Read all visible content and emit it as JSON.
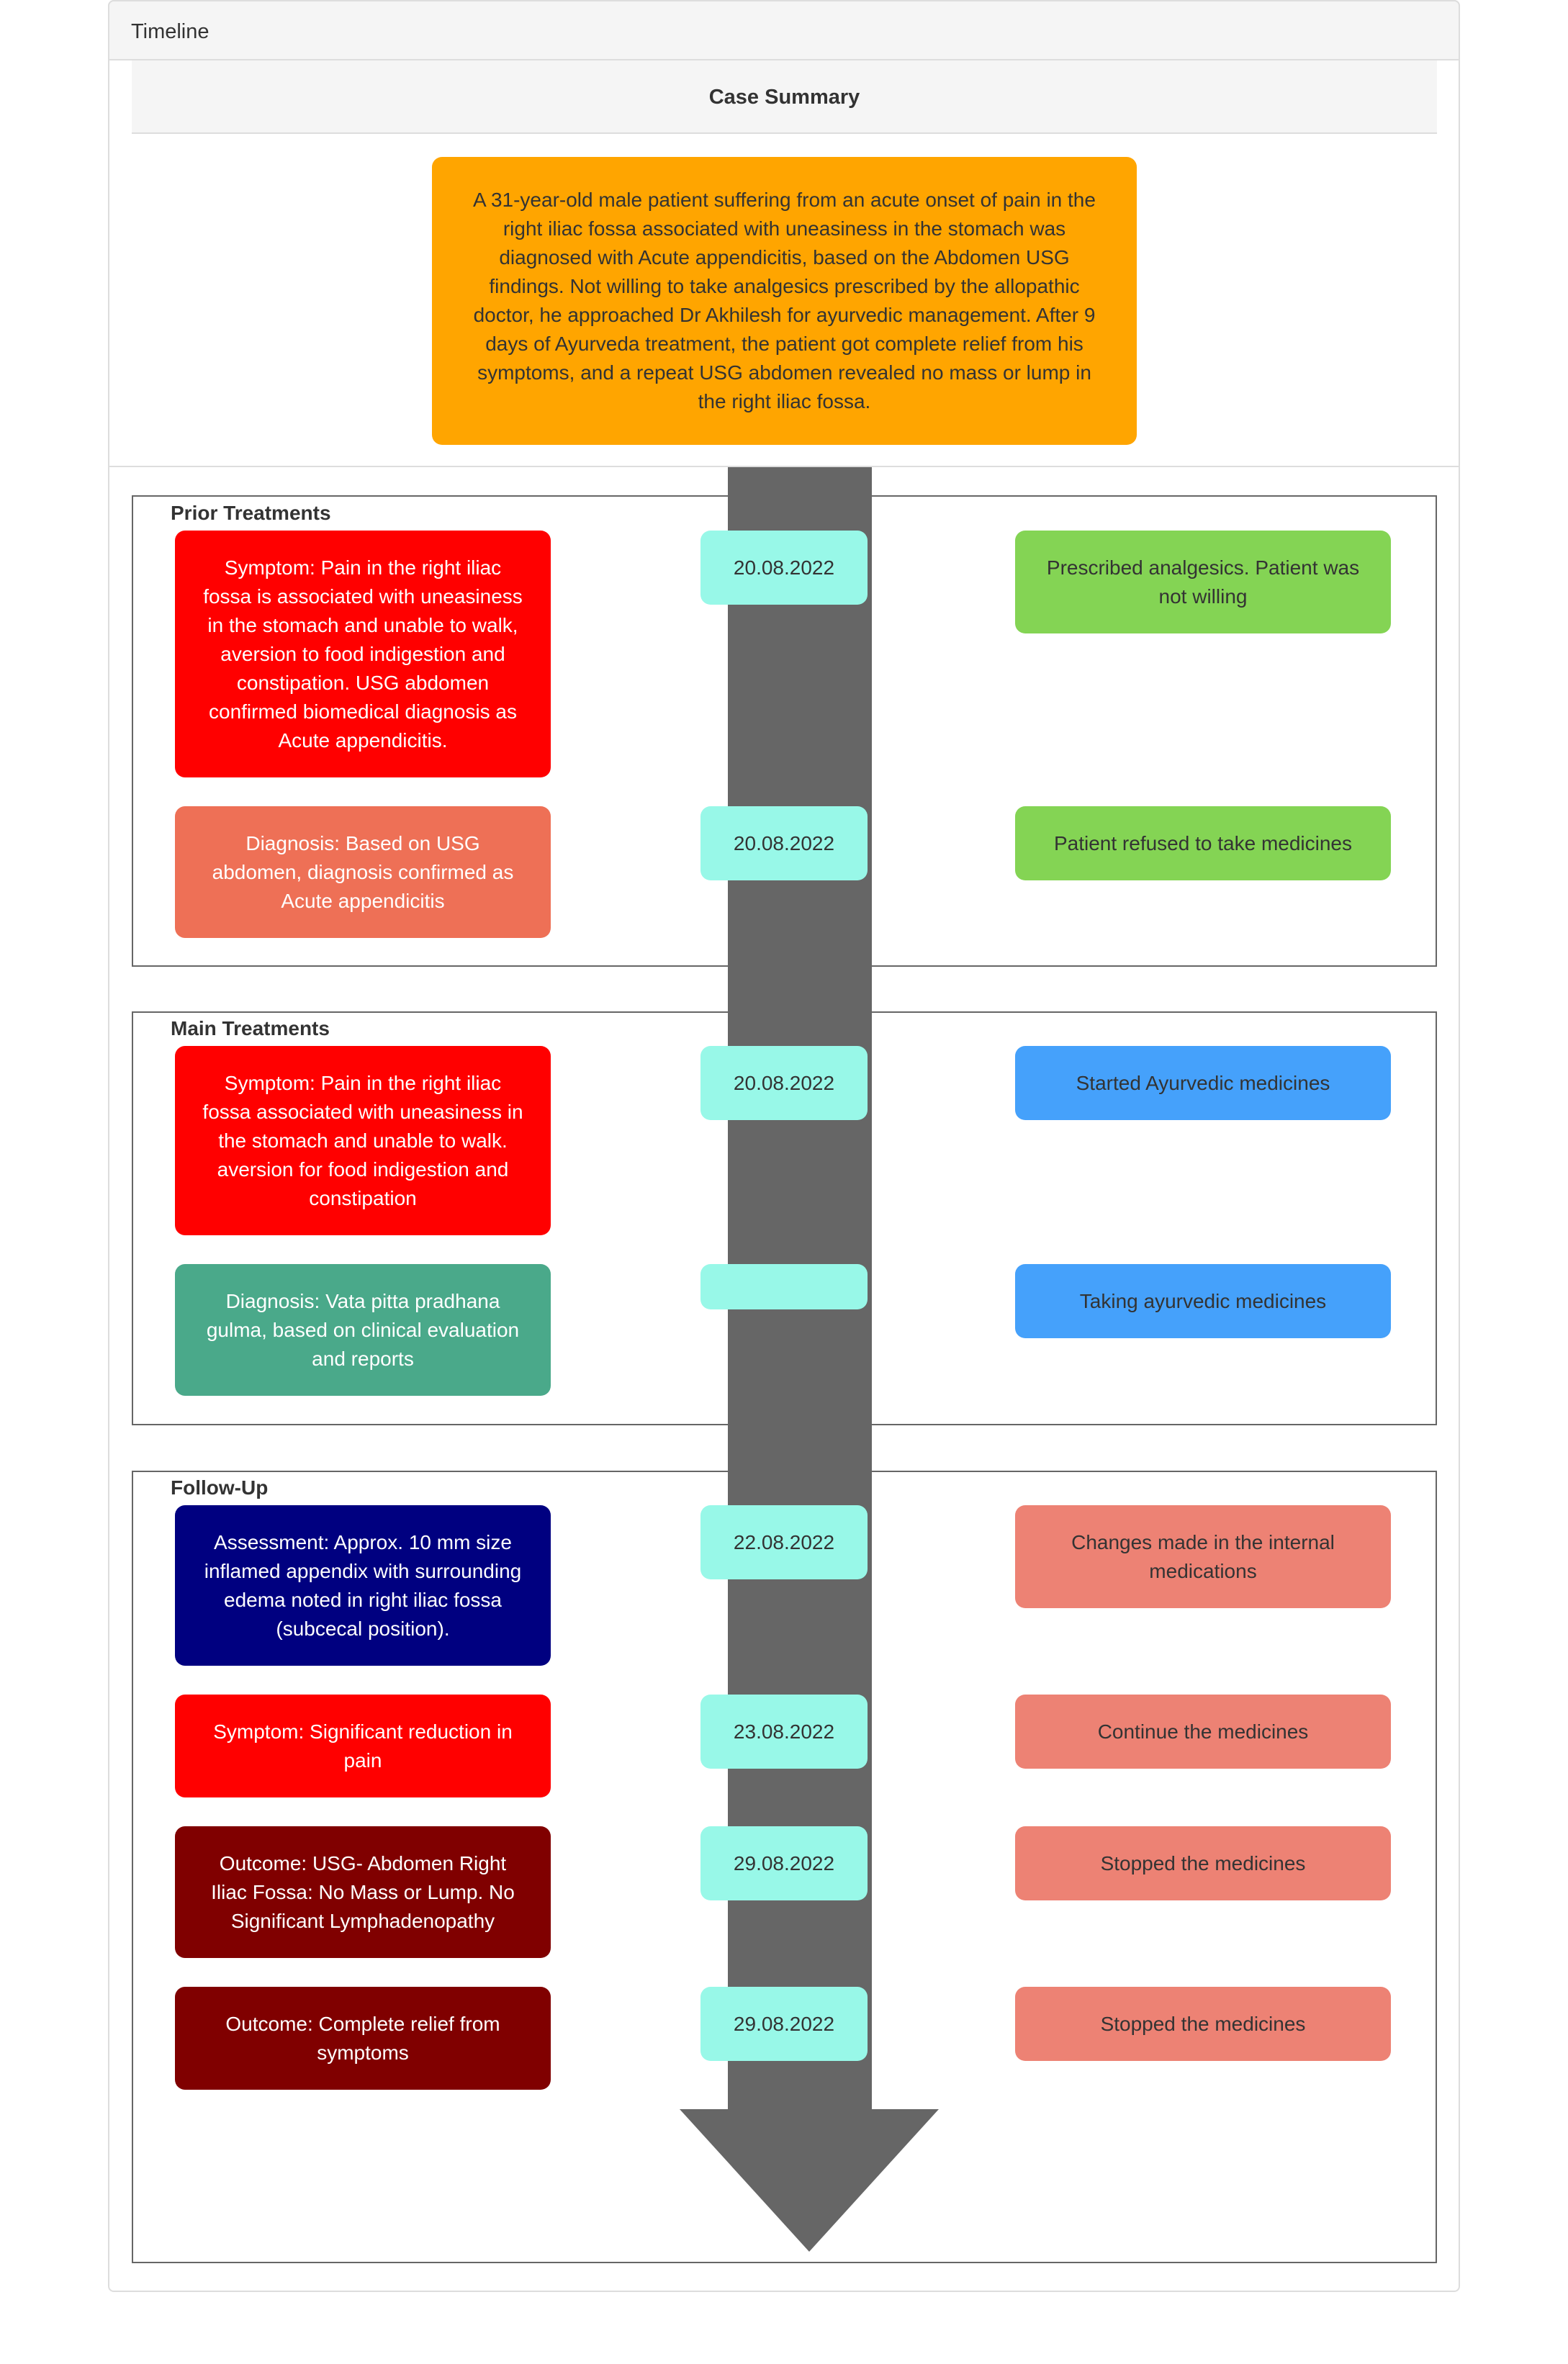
{
  "panel": {
    "heading": "Timeline"
  },
  "case_summary": {
    "title": "Case Summary",
    "text": "A 31-year-old male patient suffering from an acute onset of pain in the right iliac fossa associated with uneasiness in the stomach was diagnosed with Acute appendicitis, based on the Abdomen USG findings. Not willing to take analgesics prescribed by the allopathic doctor, he approached Dr Akhilesh for ayurvedic management. After 9 days of Ayurveda treatment, the patient got complete relief from his symptoms, and a repeat USG abdomen revealed no mass or lump in the right iliac fossa."
  },
  "colors": {
    "summary": "#ffa500",
    "date": "#98f8e8",
    "symptom": "#ff0000",
    "diagnosis_prior": "#ee7056",
    "diagnosis_main": "#4aa98a",
    "assessment": "#000080",
    "outcome": "#800000",
    "prior_action": "#84d454",
    "main_action": "#45a1fb",
    "followup_action": "#ed8274",
    "arrow": "#666666"
  },
  "sections": [
    {
      "title": "Prior Treatments",
      "events": [
        {
          "left": "Symptom: Pain in the right iliac fossa is associated with uneasiness in the stomach and unable to walk, aversion to food indigestion and constipation. USG abdomen confirmed biomedical diagnosis as Acute appendicitis.",
          "date": "20.08.2022",
          "right": "Prescribed analgesics. Patient was not willing"
        },
        {
          "left": "Diagnosis: Based on USG abdomen, diagnosis confirmed as Acute appendicitis",
          "date": "20.08.2022",
          "right": "Patient refused to take medicines"
        }
      ]
    },
    {
      "title": "Main Treatments",
      "events": [
        {
          "left": "Symptom: Pain in the right iliac fossa associated with uneasiness in the stomach and unable to walk. aversion for food indigestion and constipation",
          "date": "20.08.2022",
          "right": "Started Ayurvedic medicines"
        },
        {
          "left": "Diagnosis: Vata pitta pradhana gulma, based on clinical evaluation and reports",
          "date": "",
          "right": "Taking ayurvedic medicines"
        }
      ]
    },
    {
      "title": "Follow-Up",
      "events": [
        {
          "left": "Assessment: Approx. 10 mm size inflamed appendix with surrounding edema noted in right iliac fossa (subcecal position).",
          "date": "22.08.2022",
          "right": "Changes made in the internal medications"
        },
        {
          "left": "Symptom: Significant reduction in pain",
          "date": "23.08.2022",
          "right": "Continue the medicines"
        },
        {
          "left": "Outcome: USG- Abdomen Right Iliac Fossa: No Mass or Lump. No Significant Lymphadenopathy",
          "date": "29.08.2022",
          "right": "Stopped the medicines"
        },
        {
          "left": "Outcome: Complete relief from symptoms",
          "date": "29.08.2022",
          "right": "Stopped the medicines"
        }
      ]
    }
  ]
}
